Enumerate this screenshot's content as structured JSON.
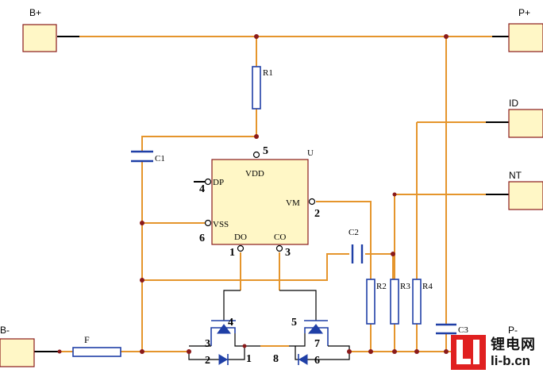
{
  "connectors": {
    "b_plus": "B+",
    "p_plus": "P+",
    "id": "ID",
    "nt": "NT",
    "b_minus": "B-",
    "p_minus": "P-"
  },
  "components": {
    "r1": "R1",
    "r2": "R2",
    "r3": "R3",
    "r4": "R4",
    "c1": "C1",
    "c2": "C2",
    "c3": "C3",
    "fuse": "F",
    "ic_ref": "U"
  },
  "ic": {
    "vdd": "VDD",
    "dp": "DP",
    "vm": "VM",
    "vss": "VSS",
    "do": "DO",
    "co": "CO"
  },
  "pin_numbers": {
    "vdd": "5",
    "dp": "4",
    "vm": "2",
    "vss": "6",
    "do": "1",
    "co": "3",
    "q1_gate": "4",
    "q1_source": "3",
    "q1_diode": "2",
    "q1_drain": "1",
    "q2_gate": "5",
    "q2_drain": "8",
    "q2_source": "7",
    "q2_diode": "6"
  },
  "watermark": {
    "cn": "锂电网",
    "en": "li-b.cn"
  },
  "colors": {
    "wire": "#e5952c",
    "component_outline": "#1f3fa6",
    "pad_fill": "#fff7c6",
    "pad_border": "#8a1a1a",
    "watermark_red": "#e02020"
  }
}
